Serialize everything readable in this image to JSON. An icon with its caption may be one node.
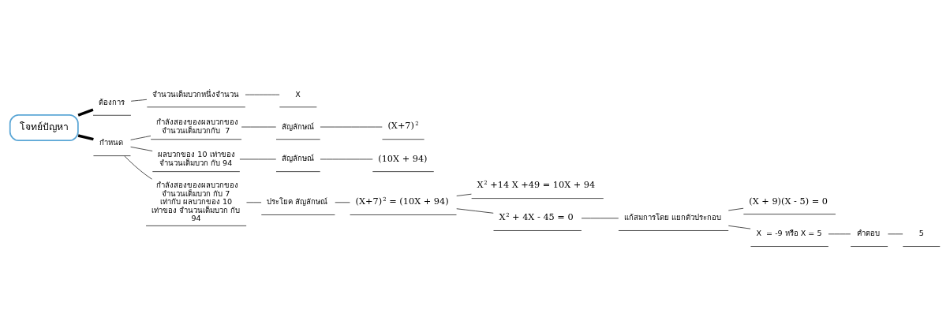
{
  "diagram": {
    "nodes": [
      {
        "text": [
          "โจทย์ปัญหา"
        ]
      },
      {
        "text": [
          "ต้องการ"
        ]
      },
      {
        "text": [
          "จำนวนเต็มบวกหนึ่งจำนวน"
        ]
      },
      {
        "text": [
          "X"
        ]
      },
      {
        "text": [
          "กำหนด"
        ]
      },
      {
        "text": [
          "กำลังสองของผลบวกของ จำนวนเต็มบวกกับ  7"
        ]
      },
      {
        "text": [
          "สัญลักษณ์"
        ]
      },
      {
        "text": [
          "(X+7)$^{2}$"
        ]
      },
      {
        "text": [
          "ผลบวกของ 10 เท่าของ จำนวนเต็มบวก กับ 94"
        ]
      },
      {
        "text": [
          "สัญลักษณ์"
        ]
      },
      {
        "text": [
          "(10X + 94)"
        ]
      },
      {
        "text": [
          "กำลังสองของผลบวกของ จำนวนเต็มบวก กับ 7 เท่ากับ ผลบวกของ 10 เท่าของ จำนวนเต็มบวก กับ 94"
        ]
      },
      {
        "text": [
          "ประโยค สัญลักษณ์"
        ]
      },
      {
        "text": [
          "(X+7)$^{2}$ = (10X + 94)"
        ]
      },
      {
        "text": [
          "X$^{2}$ +14 X +49 = 10X + 94"
        ]
      },
      {
        "text": [
          "X$^{2}$ + 4X - 45 = 0"
        ]
      },
      {
        "text": [
          "แก้สมการโดย แยกตัวประกอบ"
        ]
      },
      {
        "text": [
          "(X + 9)(X - 5) = 0"
        ]
      },
      {
        "text": [
          "X  = -9 หรือ X = 5"
        ]
      },
      {
        "text": [
          "คำตอบ"
        ]
      },
      {
        "text": [
          "5"
        ]
      }
    ],
    "edges": [
      {
        "from": 0,
        "to": 1,
        "arrow": "none",
        "style": "thick"
      },
      {
        "from": 1,
        "to": 2,
        "arrow": "none"
      },
      {
        "from": 2,
        "to": 3,
        "arrow": "none"
      },
      {
        "from": 0,
        "to": 4,
        "arrow": "none",
        "style": "thick"
      },
      {
        "from": 4,
        "to": 5,
        "arrow": "none"
      },
      {
        "from": 5,
        "to": 6,
        "arrow": "none"
      },
      {
        "from": 6,
        "to": 7,
        "arrow": "none"
      },
      {
        "from": 4,
        "to": 8,
        "arrow": "none"
      },
      {
        "from": 8,
        "to": 9,
        "arrow": "none"
      },
      {
        "from": 9,
        "to": 10,
        "arrow": "none"
      },
      {
        "from": 4,
        "to": 11,
        "arrow": "none"
      },
      {
        "from": 11,
        "to": 12,
        "arrow": "none"
      },
      {
        "from": 12,
        "to": 13,
        "arrow": "none"
      },
      {
        "from": 13,
        "to": 14,
        "arrow": "none"
      },
      {
        "from": 13,
        "to": 15,
        "arrow": "none"
      },
      {
        "from": 15,
        "to": 16,
        "arrow": "none"
      },
      {
        "from": 16,
        "to": 17,
        "arrow": "none"
      },
      {
        "from": 16,
        "to": 18,
        "arrow": "none"
      },
      {
        "from": 18,
        "to": 19,
        "arrow": "none"
      },
      {
        "from": 19,
        "to": 20,
        "arrow": "none"
      }
    ]
  }
}
